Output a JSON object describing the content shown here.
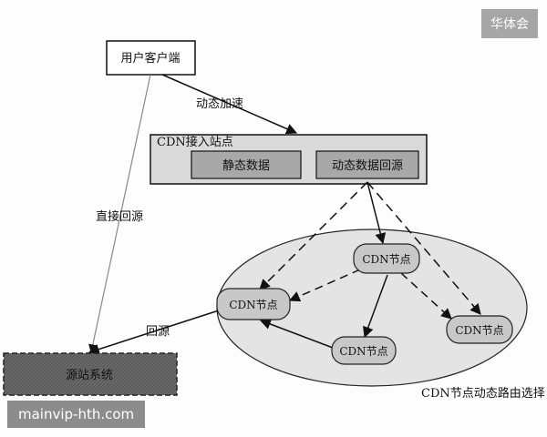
{
  "diagram": {
    "client_label": "用户客户端",
    "dynamic_accel_label": "动态加速",
    "cdn_access_label": "CDN接入站点",
    "static_data_label": "静态数据",
    "dynamic_back_label": "动态数据回源",
    "direct_back_label": "直接回源",
    "back_source_label": "回源",
    "origin_label": "源站系统",
    "node_label": "CDN节点",
    "routing_label": "CDN节点动态路由选择"
  },
  "watermarks": {
    "top": "华体会",
    "bottom": "mainvip-hth.com"
  }
}
